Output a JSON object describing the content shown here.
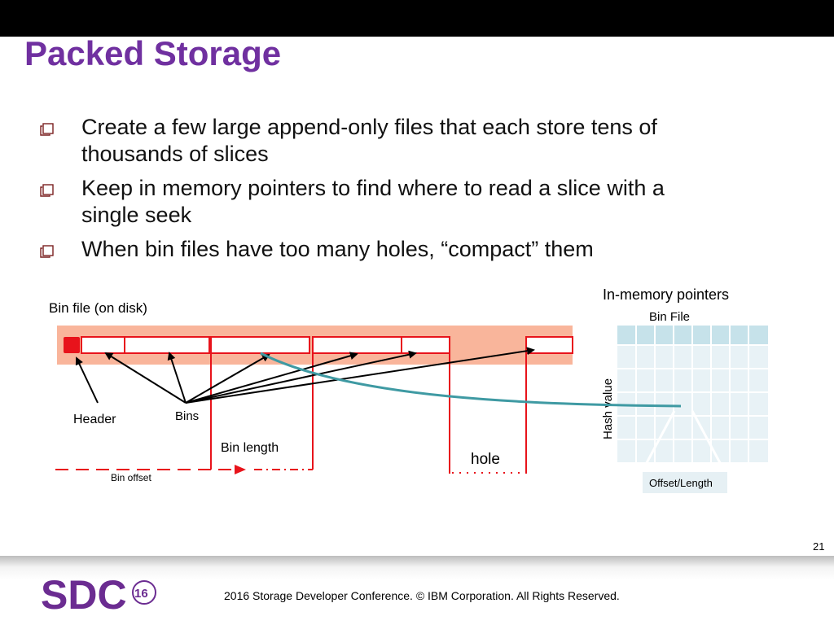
{
  "slide": {
    "title": "Packed Storage",
    "bullets": [
      "Create a few large append-only files that each store tens of thousands of slices",
      "Keep in memory pointers to find where to read a slice with a single seek",
      "When bin files have too many holes, “compact” them"
    ],
    "page_number": "21"
  },
  "diagram": {
    "bin_file_label": "Bin file (on disk)",
    "header_label": "Header",
    "bins_label": "Bins",
    "bin_length_label": "Bin length",
    "hole_label": "hole",
    "bin_offset_label": "Bin offset",
    "in_memory_label": "In-memory pointers",
    "bin_file_col_label": "Bin File",
    "hash_value_label": "Hash value",
    "offset_length_label": "Offset/Length"
  },
  "footer": {
    "logo_text": "SDC",
    "logo_year": "16",
    "copyright": "2016 Storage  Developer Conference. © IBM Corporation.  All Rights Reserved."
  },
  "colors": {
    "title": "#7030a0",
    "disk_band": "#f9b59b",
    "bin_outline": "#e8131b",
    "table_header": "#c6e2ea",
    "table_cell": "#e8f2f6",
    "pointer_curve": "#3f9aa3",
    "logo": "#6b2c91"
  }
}
